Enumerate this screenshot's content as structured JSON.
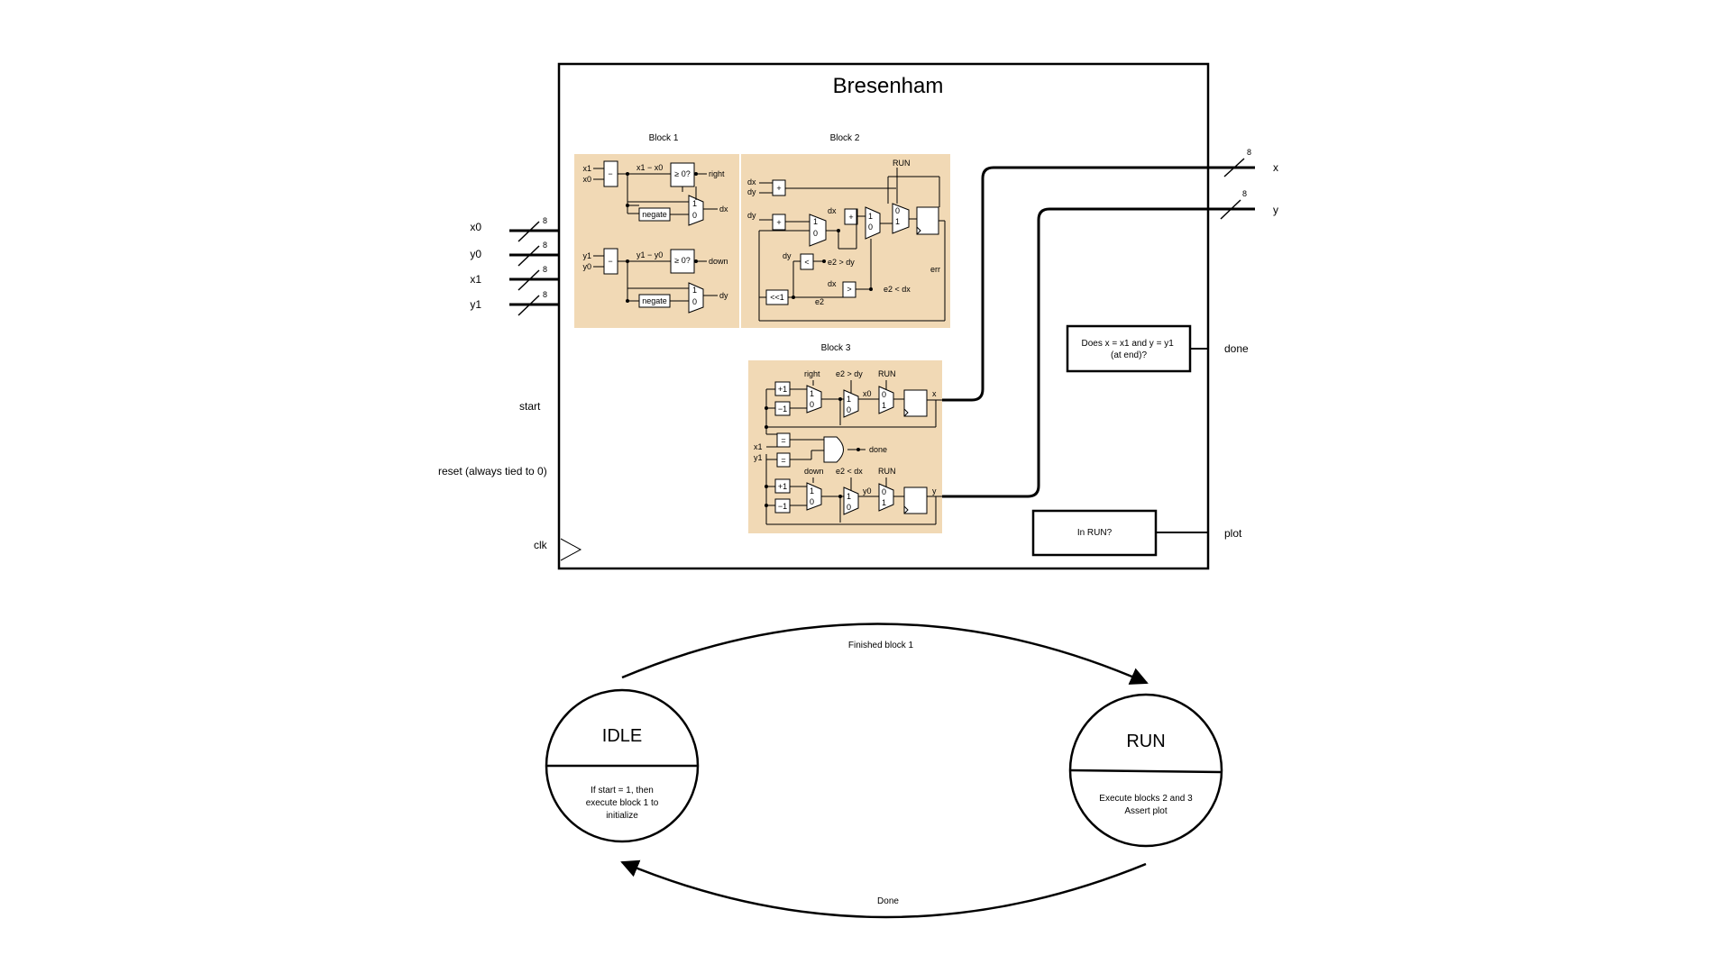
{
  "module": {
    "title": "Bresenham",
    "inputs": [
      {
        "name": "x0",
        "width": "8"
      },
      {
        "name": "y0",
        "width": "8"
      },
      {
        "name": "x1",
        "width": "8"
      },
      {
        "name": "y1",
        "width": "8"
      }
    ],
    "start": "start",
    "reset": "reset (always tied to 0)",
    "clk": "clk",
    "outputs": {
      "x": {
        "name": "x",
        "width": "8"
      },
      "y": {
        "name": "y",
        "width": "8"
      },
      "done": "done",
      "plot": "plot"
    },
    "done_logic": "Does x = x1 and y = y1 (at end)?",
    "plot_logic": "In RUN?"
  },
  "block1": {
    "title": "Block 1",
    "in_x1": "x1",
    "in_x0": "x0",
    "in_y1": "y1",
    "in_y0": "y0",
    "minus": "−",
    "diff_x": "x1 − x0",
    "diff_y": "y1 − y0",
    "cmp": "≥ 0?",
    "negate": "negate",
    "right": "right",
    "dx": "dx",
    "down": "down",
    "dy": "dy",
    "mux_one": "1",
    "mux_zero": "0"
  },
  "block2": {
    "title": "Block 2",
    "run": "RUN",
    "dx": "dx",
    "dy": "dy",
    "plus": "+",
    "lt": "<",
    "gt": ">",
    "shift": "<<1",
    "e2_gt_dy": "e2 > dy",
    "e2_lt_dx": "e2 < dx",
    "e2": "e2",
    "err": "err",
    "one": "1",
    "zero": "0"
  },
  "block3": {
    "title": "Block 3",
    "right": "right",
    "e2_gt_dy": "e2 > dy",
    "run": "RUN",
    "inc": "+1",
    "dec": "−1",
    "x0": "x0",
    "x": "x",
    "eq": "=",
    "x1": "x1",
    "y1": "y1",
    "done": "done",
    "down": "down",
    "e2_lt_dx": "e2 < dx",
    "y0": "y0",
    "y": "y",
    "one": "1",
    "zero": "0"
  },
  "fsm": {
    "idle": {
      "name": "IDLE",
      "action": [
        "If start = 1, then",
        "execute block 1 to",
        "initialize"
      ]
    },
    "run": {
      "name": "RUN",
      "action": [
        "Execute blocks 2 and 3",
        "Assert plot"
      ]
    },
    "idle_to_run": "Finished block 1",
    "run_to_idle": "Done"
  }
}
